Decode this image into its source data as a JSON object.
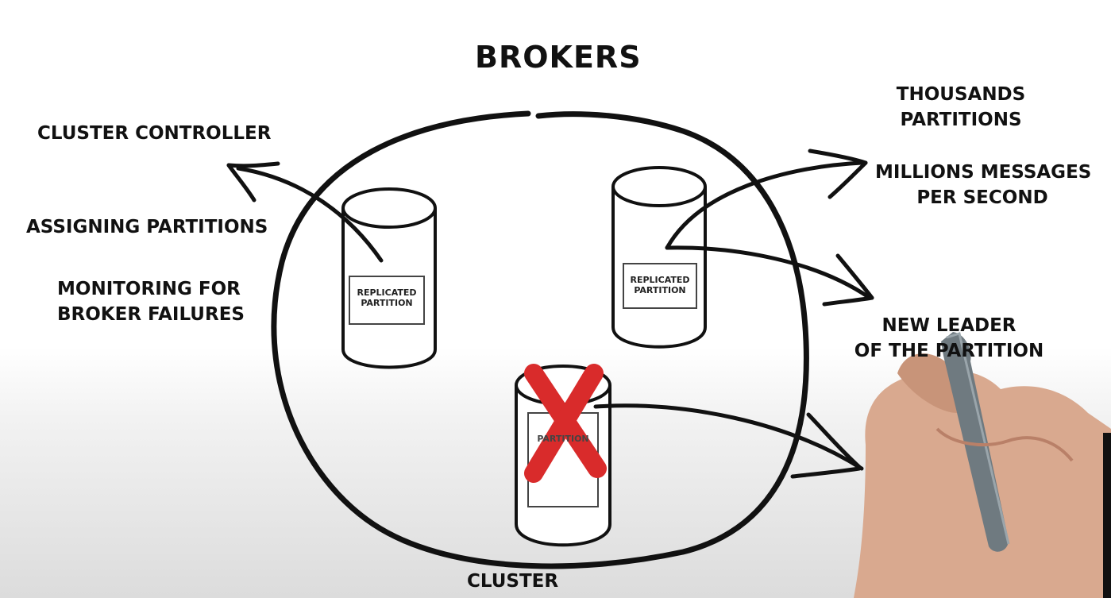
{
  "title": "BROKERS",
  "cluster_label": "CLUSTER",
  "left_labels": {
    "cluster_controller": "CLUSTER CONTROLLER",
    "assigning_partitions": "ASSIGNING PARTITIONS",
    "monitoring": [
      "MONITORING FOR",
      "BROKER FAILURES"
    ]
  },
  "right_labels": {
    "thousands": [
      "THOUSANDS",
      "PARTITIONS"
    ],
    "millions": [
      "MILLIONS MESSAGES",
      "PER SECOND"
    ],
    "new_leader": [
      "NEW LEADER",
      "OF THE PARTITION"
    ]
  },
  "partitions": [
    {
      "label": [
        "REPLICATED",
        "PARTITION"
      ],
      "failed": false
    },
    {
      "label": [
        "REPLICATED",
        "PARTITION"
      ],
      "failed": false
    },
    {
      "label": [
        "PARTITION"
      ],
      "failed": true
    }
  ],
  "colors": {
    "ink": "#111111",
    "failure_mark": "#d92b2b",
    "background": "#ffffff",
    "skin": "#d9a98f"
  },
  "icons": {
    "failure_mark": "x-mark-icon",
    "hand": "hand-with-marker"
  }
}
